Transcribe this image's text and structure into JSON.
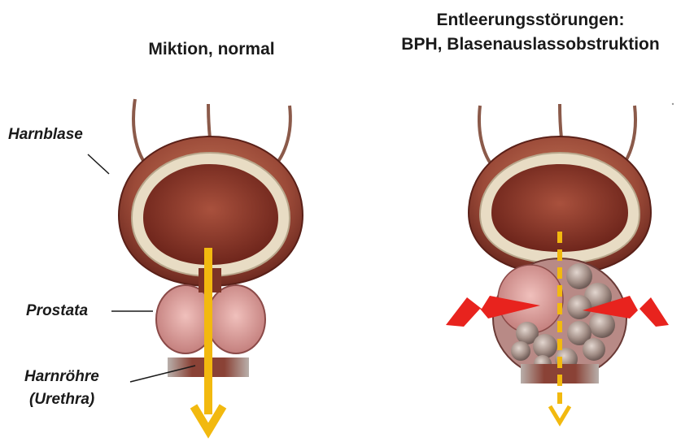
{
  "titles": {
    "left": "Miktion, normal",
    "right_line1": "Entleerungsstörungen:",
    "right_line2": "BPH, Blasenauslassobstruktion"
  },
  "labels": {
    "bladder": "Harnblase",
    "prostate": "Prostata",
    "urethra_line1": "Harnröhre",
    "urethra_line2": "(Urethra)"
  },
  "colors": {
    "bladder_wall": "#9b4a38",
    "bladder_inner": "#7a2c22",
    "mucosa": "#e8dcc4",
    "prostate": "#d99c9c",
    "bph_nodules": "#a89890",
    "flow_arrow": "#f2b90f",
    "compression_arrows": "#e8231e"
  },
  "icons": {
    "flow_normal": "solid-down-arrow-icon",
    "flow_obstructed": "dashed-down-arrow-icon",
    "compression": "lightning-arrow-icon"
  }
}
